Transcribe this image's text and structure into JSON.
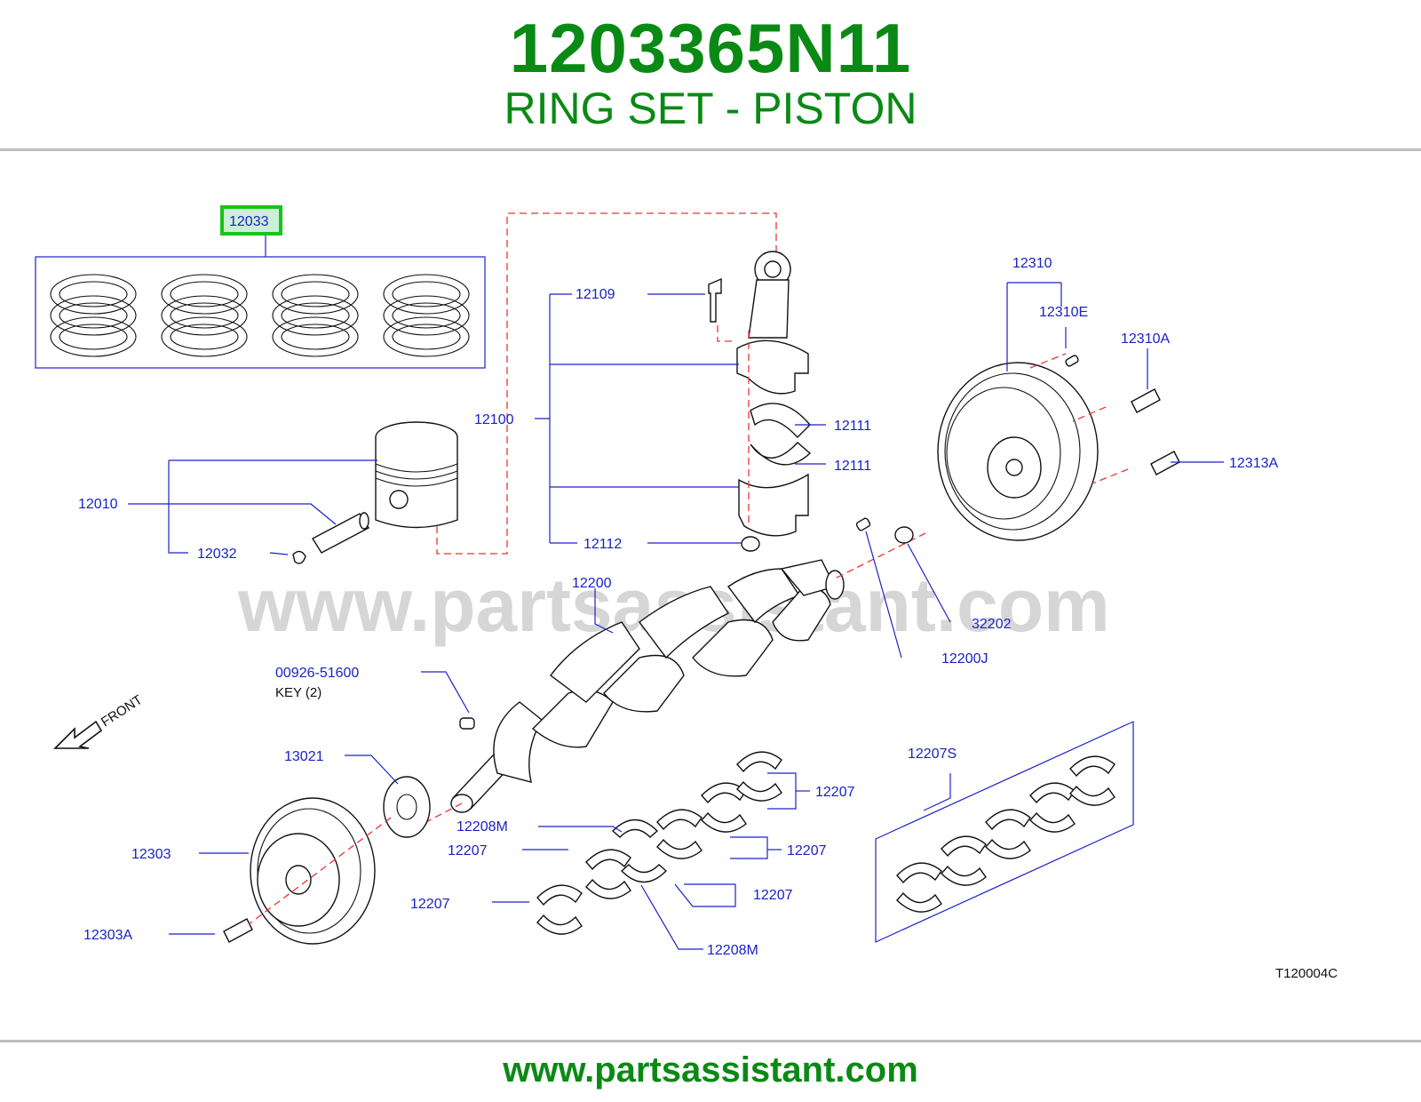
{
  "header": {
    "part_number": "1203365N11",
    "description": "RING SET - PISTON"
  },
  "watermark": "www.partsassistant.com",
  "footer": {
    "url": "www.partsassistant.com"
  },
  "diagram": {
    "code": "T120004C",
    "front_label": "FRONT",
    "highlighted_callout": "12033",
    "callouts": {
      "c12033": "12033",
      "c12109": "12109",
      "c12100": "12100",
      "c12111a": "12111",
      "c12111b": "12111",
      "c12112": "12112",
      "c12010": "12010",
      "c12032": "12032",
      "c12310": "12310",
      "c12310E": "12310E",
      "c12310A": "12310A",
      "c12313A": "12313A",
      "c12200": "12200",
      "c32202": "32202",
      "c12200J": "12200J",
      "c00926": "00926-51600",
      "key": "KEY  (2)",
      "c13021": "13021",
      "c12303": "12303",
      "c12303A": "12303A",
      "c12207S": "12207S",
      "c12207a": "12207",
      "c12207b": "12207",
      "c12207c": "12207",
      "c12207d": "12207",
      "c12207e": "12207",
      "c12208Ma": "12208M",
      "c12208Mb": "12208M"
    }
  },
  "colors": {
    "title_green": "#0a8a14",
    "callout_blue": "#1a22c8",
    "highlight_green": "#18c418",
    "highlight_fill": "#ccf0d6",
    "dash_red": "#e33333",
    "rule_grey": "#bdbdbd"
  }
}
